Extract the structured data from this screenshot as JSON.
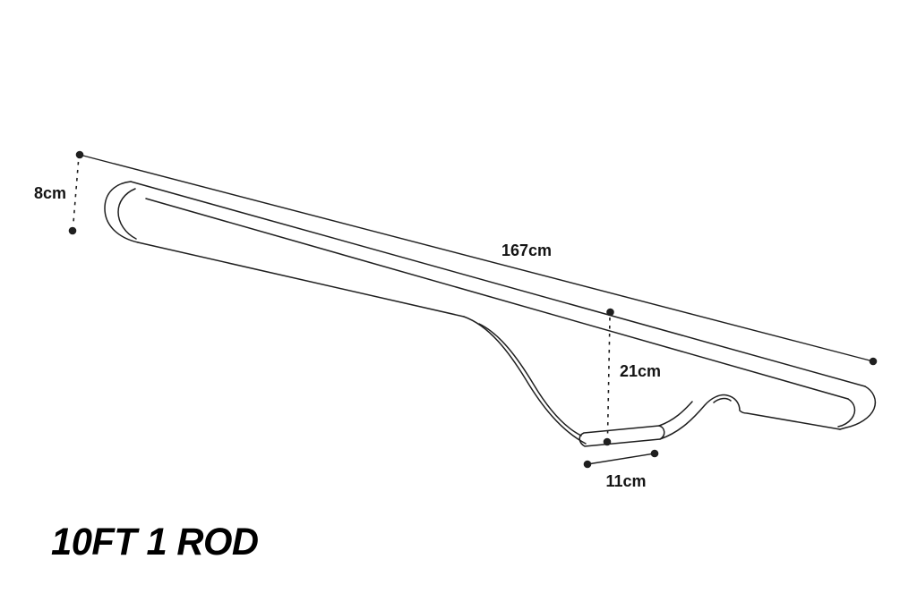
{
  "title": "10FT 1 ROD",
  "dimensions": {
    "length": "167cm",
    "end_height": "8cm",
    "middle_depth": "21cm",
    "base_width": "11cm"
  },
  "colors": {
    "line": "#1f1f1f",
    "background": "#ffffff",
    "text": "#141414"
  }
}
